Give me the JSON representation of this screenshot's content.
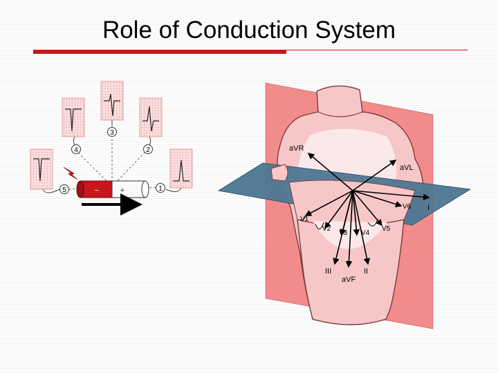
{
  "slide": {
    "title": "Role of Conduction System"
  },
  "diagram_left": {
    "lead_numbers": [
      "1",
      "2",
      "3",
      "4",
      "5"
    ],
    "cell_plus": "+",
    "cell_minus": "−",
    "colors": {
      "depolarized": "#c8161d",
      "grid": "#e05a5a",
      "arrow": "#000000"
    }
  },
  "diagram_right": {
    "lead_labels": {
      "avr": "aVR",
      "avl": "aVL",
      "v1": "V1",
      "v2": "V2",
      "v3": "V3",
      "v4": "V4",
      "v5": "V5",
      "v6": "V6",
      "iii": "III",
      "ii": "II",
      "avf": "aVF",
      "i": "I"
    },
    "colors": {
      "frontal_plane": "#f28b8b",
      "horizontal_plane": "#4e7894",
      "torso": "#f7c7c7"
    }
  }
}
